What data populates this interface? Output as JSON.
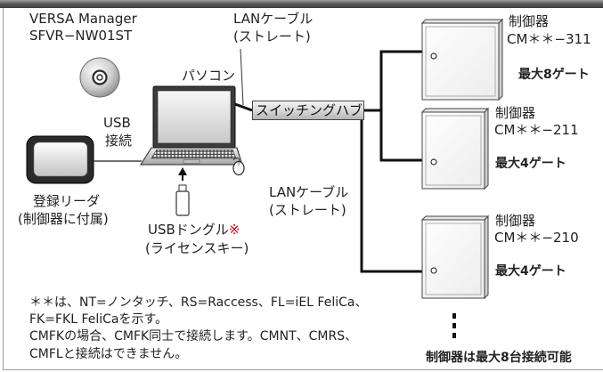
{
  "software": {
    "name": "VERSA Manager",
    "model": "SFVR−NW01ST",
    "icon": "cd-rom-icon"
  },
  "pc": {
    "label": "パソコン",
    "icon": "laptop-icon"
  },
  "lan_cable_upper": {
    "name": "LANケーブル",
    "type": "(ストレート)"
  },
  "usb_connection": {
    "line1": "USB",
    "line2": "接続"
  },
  "reader": {
    "name": "登録リーダ",
    "note": "(制御器に付属)",
    "icon": "card-reader-icon"
  },
  "dongle": {
    "name": "USBドングル",
    "mark": "※",
    "note": "(ライセンスキー)",
    "icon": "usb-dongle-icon"
  },
  "hub": {
    "label": "スイッチングハブ"
  },
  "lan_cable_lower": {
    "name": "LANケーブル",
    "type": "(ストレート)"
  },
  "controllers": [
    {
      "title": "制御器",
      "model": "CM＊＊−311",
      "gates": "最大8ゲート",
      "icon": "controller-cabinet-icon"
    },
    {
      "title": "制御器",
      "model": "CM＊＊−211",
      "gates": "最大4ゲート",
      "icon": "controller-cabinet-icon"
    },
    {
      "title": "制御器",
      "model": "CM＊＊−210",
      "gates": "最大4ゲート",
      "icon": "controller-cabinet-icon"
    }
  ],
  "max_controllers_note": "制御器は最大8台接続可能",
  "notes": [
    "＊＊は、NT=ノンタッチ、RS=Raccess、FL=iEL FeliCa、",
    "FK=FKL FeliCaを示す。",
    "CMFKの場合、CMFK同士で接続します。CMNT、CMRS、",
    "CMFLと接続はできません。"
  ],
  "colors": {
    "license_mark": "#e60012",
    "cable": "#111111"
  }
}
